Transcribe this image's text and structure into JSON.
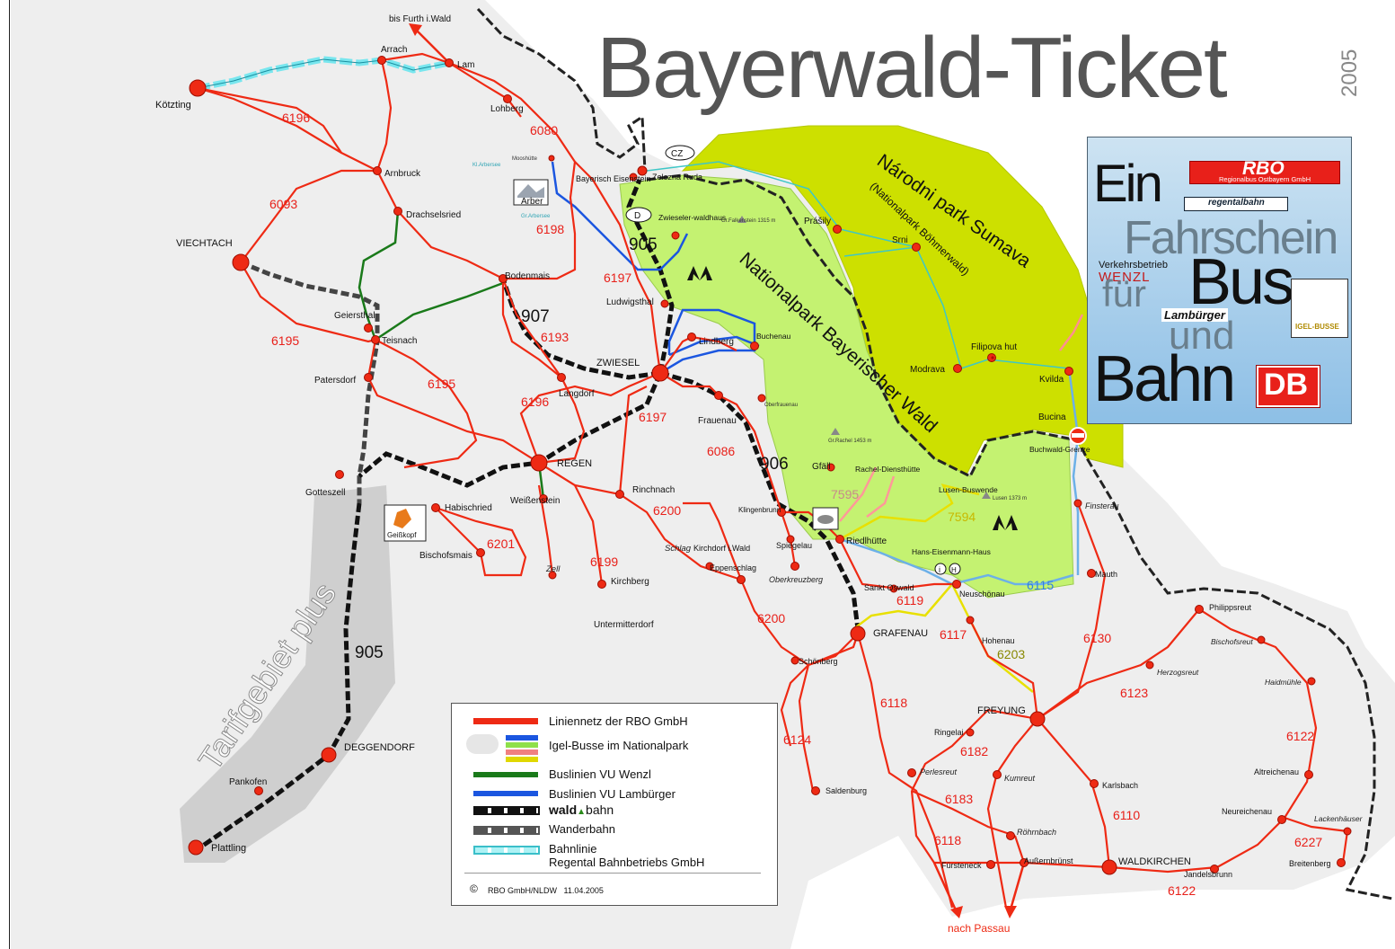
{
  "header": {
    "title": "Bayerwald-Ticket",
    "year": "2005"
  },
  "colors": {
    "region": "#eeeeee",
    "region_dark": "#cfcfcf",
    "national_park": "#c4f271",
    "sumava": "#cde000",
    "bus_red": "#ee2a14",
    "vu_wenzl": "#1a7a1a",
    "vu_lamburger": "#1b56e0",
    "regental": "#78e6ee",
    "rail": "#111111"
  },
  "advert": {
    "word_ein": "Ein",
    "rbo_logo": "RBO",
    "rbo_sub": "Regionalbus Ostbayern GmbH",
    "regentalbahn": "regentalbahn",
    "word_fahrschein": "Fahrschein",
    "verkehrsbetrieb": "Verkehrsbetrieb",
    "wenzl": "WENZL",
    "word_fuer": "für",
    "word_bus": "Bus",
    "lamburger": "Lambürger",
    "word_und": "und",
    "igel_busse": "IGEL-BUSSE",
    "word_bahn": "Bahn",
    "db": "DB"
  },
  "regions": {
    "tarifgebiet": "Tarifgebiet plus",
    "nationalpark_bw": "Nationalpark Bayerischer Wald",
    "sumava": "Národni park Sumava",
    "sumava_sub": "(Nationalpark Böhmerwald)",
    "cz": "CZ",
    "d": "D"
  },
  "places": {
    "furth": "bis Furth i.Wald",
    "arrach": "Arrach",
    "lam": "Lam",
    "koetzting": "Kötzting",
    "lohberg": "Lohberg",
    "arnbruck": "Arnbruck",
    "drachselsried": "Drachselsried",
    "viechtach": "VIECHTACH",
    "bodenmais": "Bodenmais",
    "geiersthal": "Geiersthal",
    "teisnach": "Teisnach",
    "patersdorf": "Patersdorf",
    "gotteszell": "Gotteszell",
    "habischried": "Habischried",
    "bischofsmais": "Bischofsmais",
    "geisskopf": "Geißkopf",
    "deggendorf": "DEGGENDORF",
    "pankofen": "Pankofen",
    "plattling": "Plattling",
    "mooshuette": "Mooshütte",
    "kl_arbersee": "Kl.Arbersee",
    "arber": "Arber",
    "gr_arbersee": "Gr.Arbersee",
    "bayer_eisenstein": "Bayerisch Eisenstein",
    "zelezna_ruda": "Zelezna Ruda",
    "zwieselerwaldhaus": "Zwieseler-waldhaus",
    "gr_falkenstein": "Gr.Falkenstein 1315 m",
    "ludwigsthal": "Ludwigsthal",
    "lindberg": "Lindberg",
    "buchenau": "Buchenau",
    "zwiesel": "ZWIESEL",
    "langdorf": "Langdorf",
    "oberfrauenau": "Oberfrauenau",
    "frauenau": "Frauenau",
    "gr_rachel": "Gr.Rachel 1453 m",
    "regen": "REGEN",
    "weissenstein": "Weißenstein",
    "rinchnach": "Rinchnach",
    "zell": "Zell",
    "kirchberg": "Kirchberg",
    "untermitterdorf": "Untermitterdorf",
    "schlag": "Schlag",
    "kirchdorf": "Kirchdorf i.Wald",
    "eppenschlag": "Eppenschlag",
    "klingenbrunn": "Klingenbrunn",
    "spiegelau": "Spiegelau",
    "oberkreuzberg": "Oberkreuzberg",
    "gfaell": "Gfäll",
    "rachel_diensthuette": "Rachel-Diensthütte",
    "riedlhuette": "Riedlhütte",
    "lusen_buswende": "Lusen-Buswende",
    "lusen": "Lusen 1373 m",
    "hans_eisenmann_haus": "Hans-Eisenmann-Haus",
    "sankt_oswald": "Sankt Oswald",
    "neuschoenau": "Neuschönau",
    "grafenau": "GRAFENAU",
    "hohenau": "Hohenau",
    "schoenberg": "Schönberg",
    "saldenburg": "Saldenburg",
    "prasily": "Prášily",
    "srni": "Srni",
    "modrava": "Modrava",
    "filipova_hut": "Filipova hut",
    "kvilda": "Kvilda",
    "bucina": "Bucina",
    "buchwald_grenze": "Buchwald-Grenze",
    "finsterau": "Finsterau",
    "mauth": "Mauth",
    "freyung": "FREYUNG",
    "ringelai": "Ringelai",
    "perlesreut": "Perlesreut",
    "kumreut": "Kumreut",
    "karlsbach": "Karlsbach",
    "roehrnbach": "Röhrnbach",
    "fuersteneck": "Fürsteneck",
    "aussernbruenst": "Außernbrünst",
    "waldkirchen": "WALDKIRCHEN",
    "jandelsbrunn": "Jandelsbrunn",
    "herzogsreut": "Herzogsreut",
    "philippsreut": "Philippsreut",
    "bischofsreut": "Bischofsreut",
    "haidmuehle": "Haidmühle",
    "altreichenau": "Altreichenau",
    "neureichenau": "Neureichenau",
    "lackenhaeuser": "Lackenhäuser",
    "breitenberg": "Breitenberg",
    "nach_passau": "nach Passau"
  },
  "routes": {
    "r6196a": "6196",
    "r6080": "6080",
    "r6093": "6093",
    "r6198": "6198",
    "r905a": "905",
    "r6197a": "6197",
    "r907": "907",
    "r6193": "6193",
    "r6195a": "6195",
    "r6195b": "6195",
    "r6196b": "6196",
    "r6197b": "6197",
    "r6086": "6086",
    "r906": "906",
    "r6200a": "6200",
    "r6201": "6201",
    "r6199": "6199",
    "r7595": "7595",
    "r7594": "7594",
    "r6119": "6119",
    "r6200b": "6200",
    "r6117": "6117",
    "r6203": "6203",
    "r6115": "6115",
    "r6130": "6130",
    "r6123": "6123",
    "r6118a": "6118",
    "r6182": "6182",
    "r6124": "6124",
    "r6183": "6183",
    "r6110": "6110",
    "r6118b": "6118",
    "r6122a": "6122",
    "r6122b": "6122",
    "r6227": "6227",
    "r905b": "905"
  },
  "legend": {
    "items": [
      "Liniennetz der RBO GmbH",
      "Igel-Busse im Nationalpark",
      "Buslinien VU Wenzl",
      "Buslinien VU Lambürger",
      "waldbahn",
      "Wanderbahn",
      "Bahnlinie",
      "Regental Bahnbetriebs GmbH"
    ],
    "waldbahn_a": "wald",
    "waldbahn_b": "bahn",
    "copyright": "RBO GmbH/NLDW   11.04.2005"
  }
}
